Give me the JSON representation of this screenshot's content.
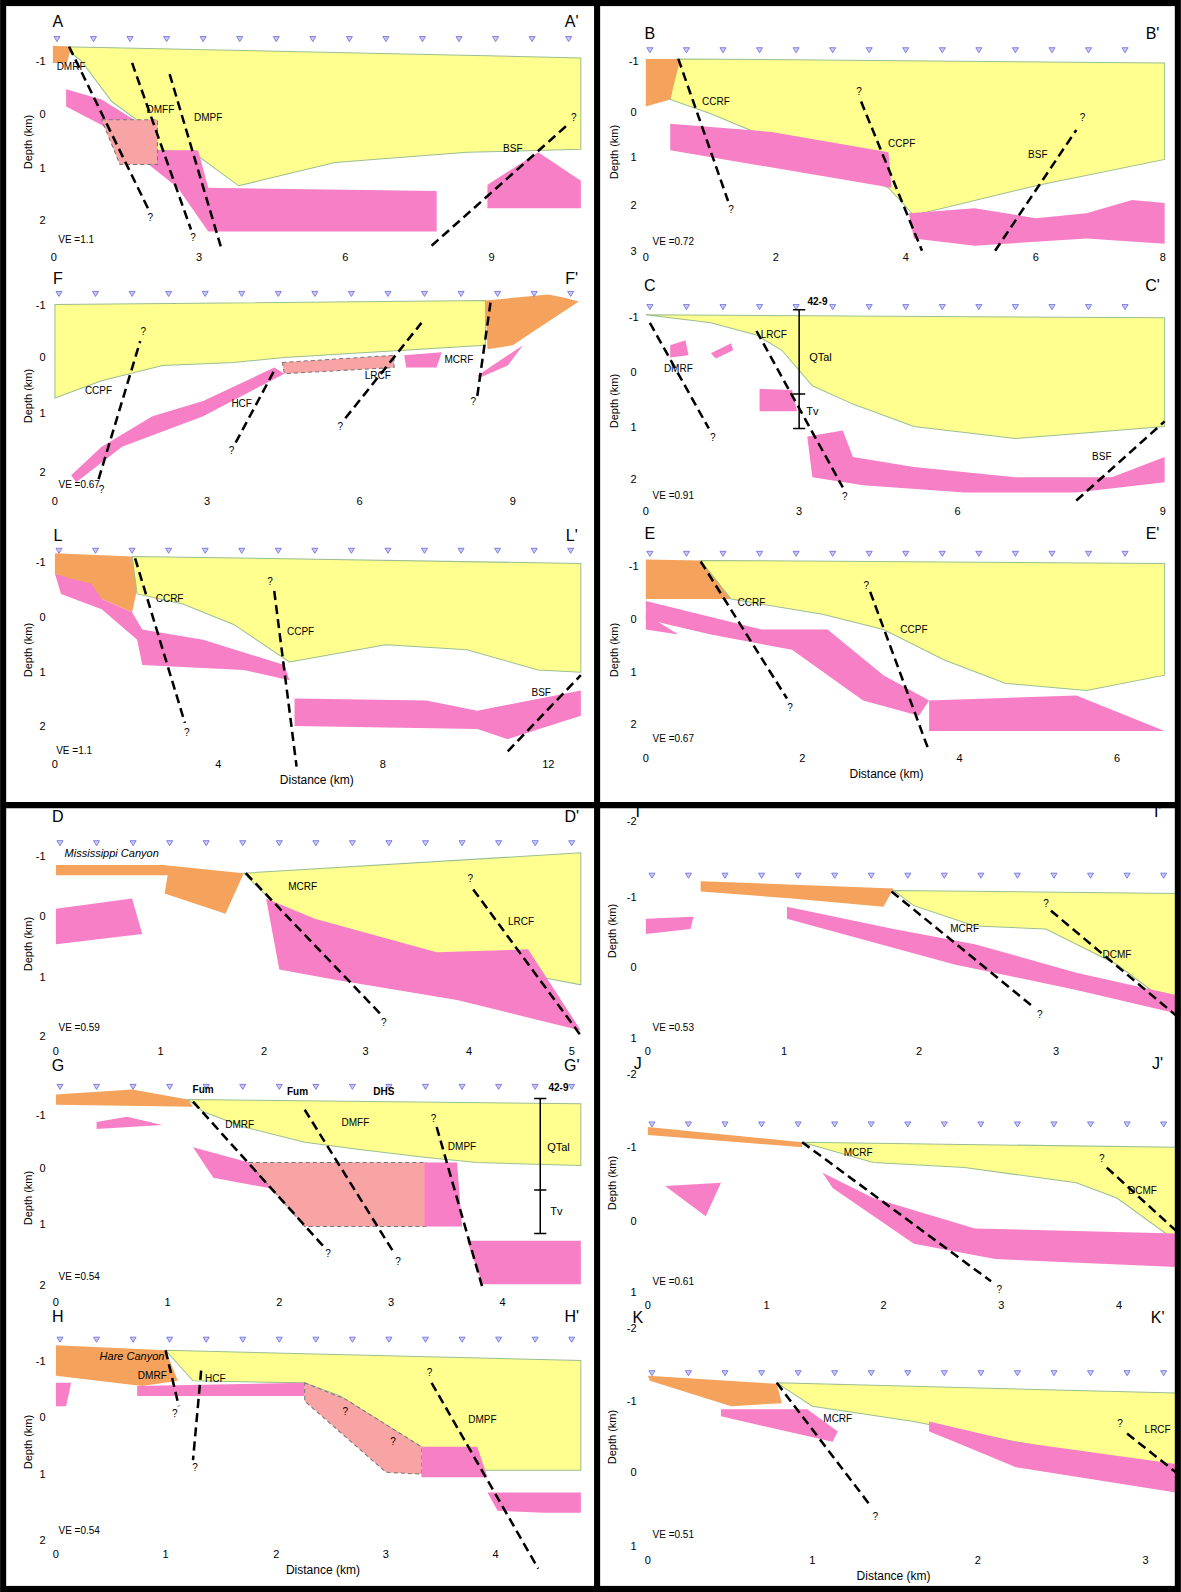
{
  "diagram": {
    "labels": [
      "A",
      "A'",
      "-1",
      "0",
      "1",
      "2",
      "Depth (km)",
      "0",
      "3",
      "6",
      "9",
      "VE =1.1",
      "DMRF",
      "DMFF",
      "DMPF",
      "BSF",
      "?",
      "?",
      "?",
      "B",
      "B'",
      "-1",
      "0",
      "1",
      "2",
      "3",
      "Depth (km)",
      "0",
      "2",
      "4",
      "6",
      "8",
      "VE =0.72",
      "CCRF",
      "CCPF",
      "BSF",
      "?",
      "?",
      "?",
      "F",
      "F'",
      "-1",
      "0",
      "1",
      "2",
      "Depth (km)",
      "0",
      "3",
      "6",
      "9",
      "VE =0.67",
      "CCPF",
      "HCF",
      "LRCF",
      "MCRF",
      "?",
      "?",
      "?",
      "?",
      "?",
      "C",
      "C'",
      "42-9",
      "-1",
      "0",
      "1",
      "2",
      "Depth (km)",
      "0",
      "3",
      "6",
      "9",
      "VE =0.91",
      "DMRF",
      "LRCF",
      "QTal",
      "Tv",
      "BSF",
      "?",
      "?",
      "L",
      "L'",
      "-1",
      "0",
      "1",
      "2",
      "Depth (km)",
      "0",
      "4",
      "8",
      "12",
      "Distance (km)",
      "VE =1.1",
      "CCRF",
      "CCPF",
      "BSF",
      "?",
      "?",
      "E",
      "E'",
      "-1",
      "0",
      "1",
      "2",
      "Depth (km)",
      "0",
      "2",
      "4",
      "6",
      "Distance (km)",
      "VE =0.67",
      "CCRF",
      "CCPF",
      "?",
      "?",
      "D",
      "D'",
      "Mississippi Canyon",
      "-1",
      "0",
      "1",
      "2",
      "Depth (km)",
      "0",
      "1",
      "2",
      "3",
      "4",
      "5",
      "VE =0.59",
      "MCRF",
      "LRCF",
      "?",
      "?",
      "G",
      "G'",
      "Fum",
      "Fum",
      "DHS",
      "42-9",
      "-1",
      "0",
      "1",
      "2",
      "Depth (km)",
      "0",
      "1",
      "2",
      "3",
      "4",
      "VE =0.54",
      "DMRF",
      "DMFF",
      "DMPF",
      "QTal",
      "Tv",
      "?",
      "?",
      "?",
      "H",
      "H'",
      "Hare Canyon",
      "-1",
      "0",
      "1",
      "2",
      "Depth (km)",
      "0",
      "1",
      "2",
      "3",
      "4",
      "Distance (km)",
      "VE =0.54",
      "DMRF",
      "HCF",
      "DMPF",
      "?",
      "?",
      "?",
      "?",
      "?",
      "I",
      "I'",
      "-2",
      "-1",
      "0",
      "1",
      "Depth (km)",
      "0",
      "1",
      "2",
      "3",
      "VE =0.53",
      "MCRF",
      "DCMF",
      "?",
      "?",
      "J",
      "J'",
      "-2",
      "-1",
      "0",
      "1",
      "Depth (km)",
      "0",
      "1",
      "2",
      "3",
      "4",
      "VE =0.61",
      "MCRF",
      "DCMF",
      "?",
      "?",
      "K",
      "K'",
      "-2",
      "-1",
      "0",
      "1",
      "Depth (km)",
      "0",
      "1",
      "2",
      "3",
      "Distance (km)",
      "VE =0.51",
      "MCRF",
      "LRCF",
      "?",
      "?"
    ]
  }
}
